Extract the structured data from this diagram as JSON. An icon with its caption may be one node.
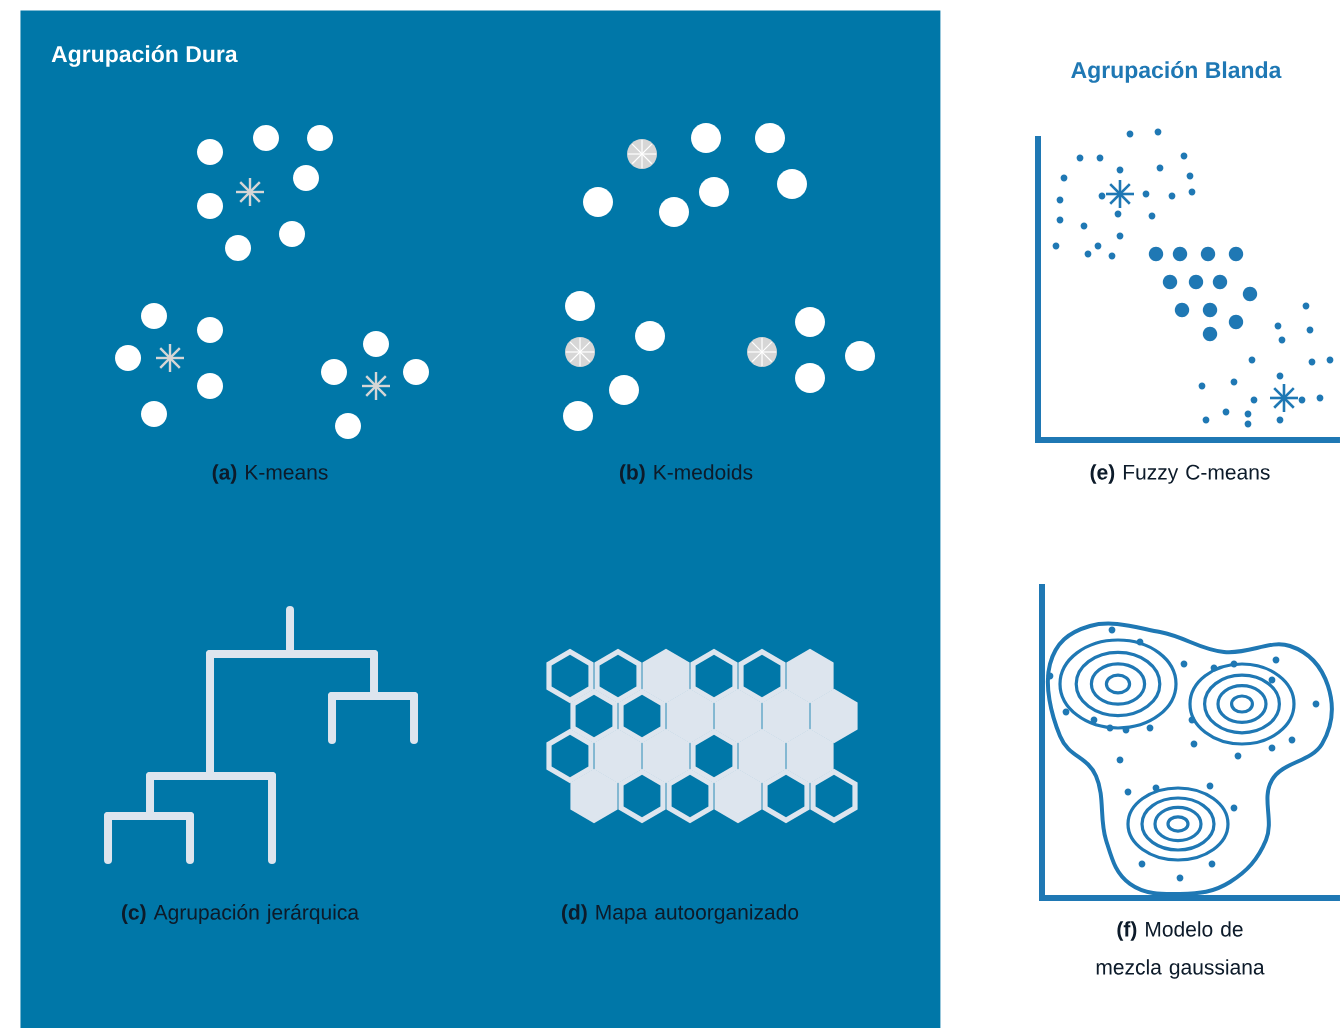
{
  "diagram": {
    "nodes": [
      {
        "text": [
          "Agrupación Dura"
        ]
      }
    ],
    "labels": [
      "Agrupación Blanda",
      "**(a)** K-means",
      "**(b)** K-medoids",
      "**(e)** Fuzzy C-means",
      "**(c)** Agrupación jerárquica",
      "**(d)** Mapa autoorganizado",
      "**(f)** Modelo de mezcla gaussiana"
    ]
  }
}
